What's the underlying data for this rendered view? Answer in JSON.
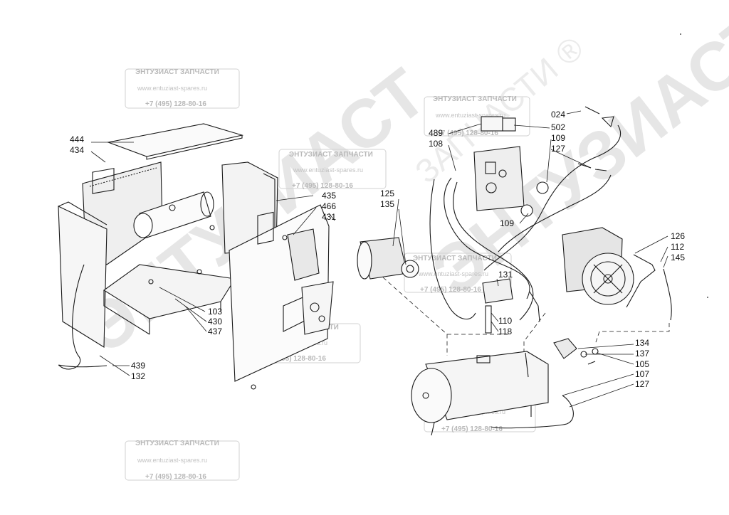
{
  "watermark": {
    "company": "ЭНТУЗИАСТ ЗАПЧАСТИ",
    "site": "www.entuziast-spares.ru",
    "phone": "+7 (495) 128-80-16",
    "big_text": "ЭНТУЗИАСТ",
    "arc_text": "ЗАПЧАСТИ ®"
  },
  "callouts": {
    "left": [
      "444",
      "434",
      "435",
      "466",
      "431",
      "103",
      "430",
      "437",
      "439",
      "132"
    ],
    "right_top": [
      "024",
      "502",
      "489",
      "108",
      "109",
      "127",
      "125",
      "135",
      "109"
    ],
    "right_mid": [
      "126",
      "112",
      "145",
      "131",
      "110",
      "118"
    ],
    "right_bottom": [
      "134",
      "137",
      "105",
      "107",
      "127"
    ]
  },
  "colors": {
    "ink": "#1a1a1a",
    "watermark": "#bdbdbd",
    "background": "#ffffff"
  }
}
